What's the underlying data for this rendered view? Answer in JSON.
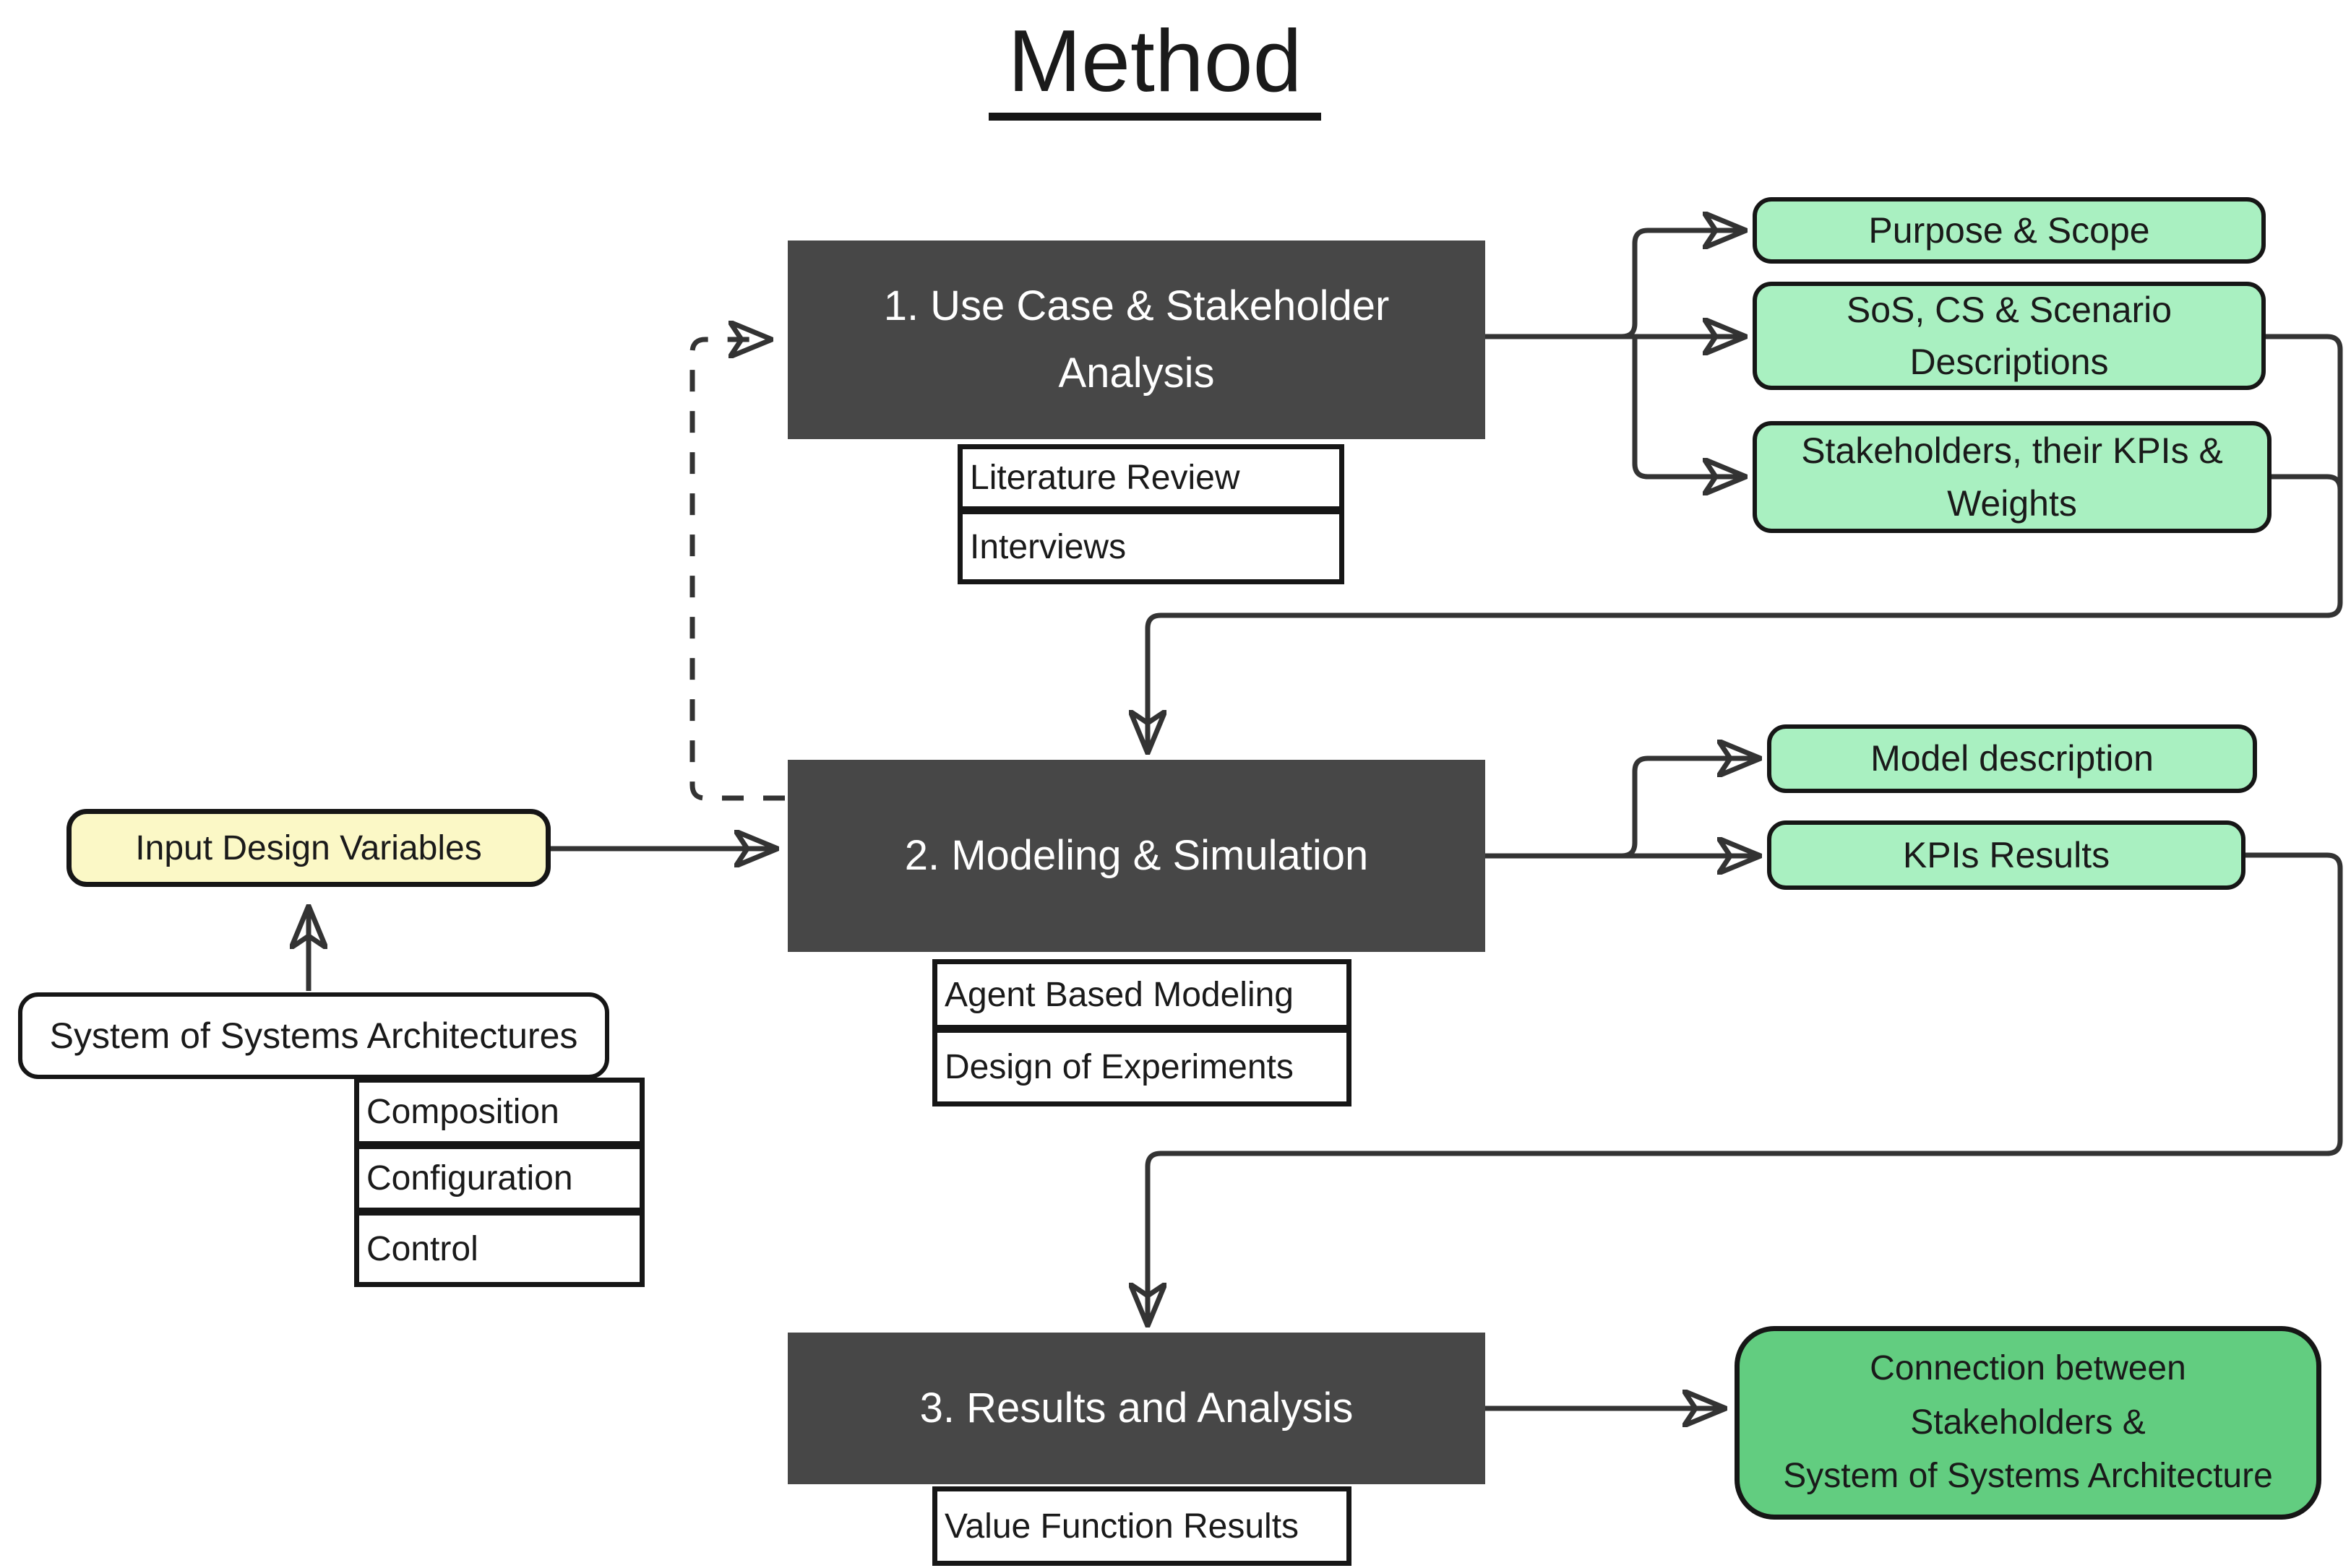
{
  "title": "Method",
  "colors": {
    "step_box": "#474747",
    "output_light": "#a9f0c1",
    "output_final": "#62cd80",
    "input_yellow": "#fbf8c6",
    "connector": "#333333",
    "text_dark": "#1a1a1a",
    "text_light": "#ffffff"
  },
  "steps": [
    {
      "label": "1. Use Case & Stakeholder Analysis",
      "methods": [
        "Literature Review",
        "Interviews"
      ],
      "outputs": [
        "Purpose & Scope",
        "SoS, CS & Scenario Descriptions",
        "Stakeholders, their KPIs & Weights"
      ]
    },
    {
      "label": "2. Modeling & Simulation",
      "methods": [
        "Agent Based Modeling",
        "Design of Experiments"
      ],
      "outputs": [
        "Model description",
        "KPIs Results"
      ]
    },
    {
      "label": "3. Results and Analysis",
      "methods": [
        "Value Function Results"
      ]
    }
  ],
  "final_output": {
    "lines": [
      "Connection between",
      "Stakeholders &",
      "System of Systems Architecture"
    ]
  },
  "inputs": {
    "design_variables": "Input Design Variables",
    "architectures": "System of Systems Architectures",
    "aspects": [
      "Composition",
      "Configuration",
      "Control"
    ]
  }
}
